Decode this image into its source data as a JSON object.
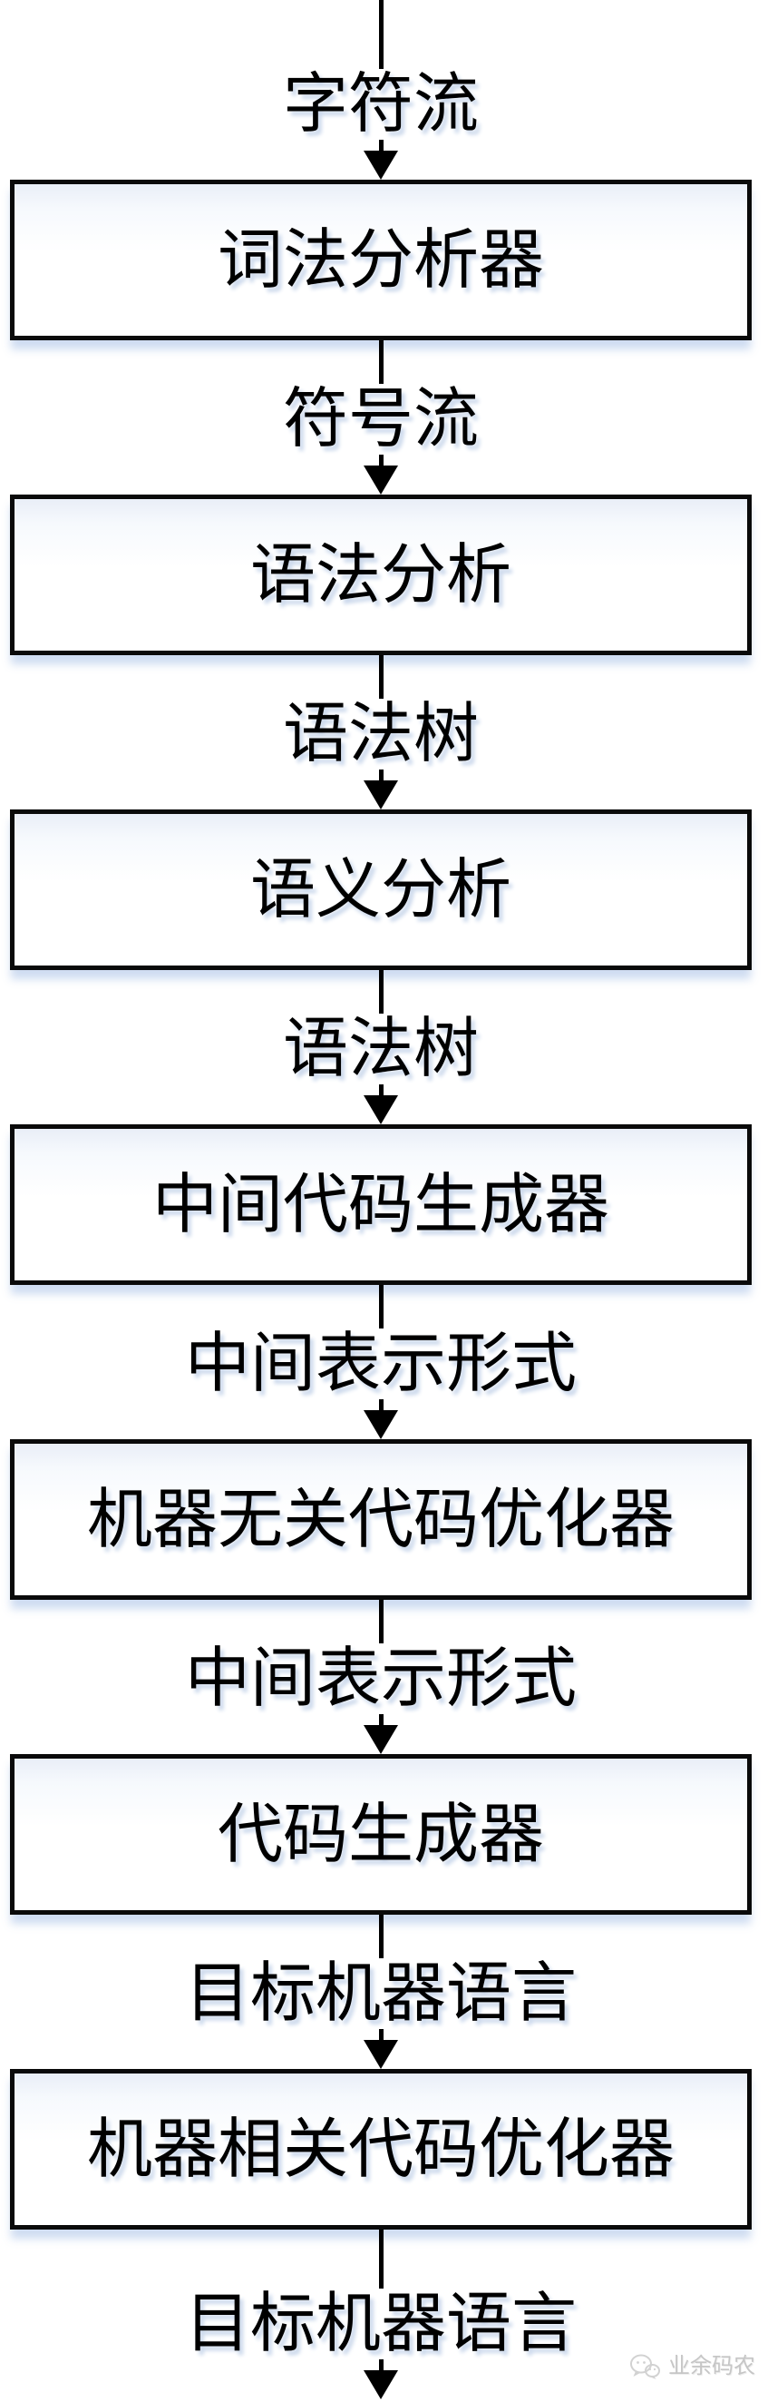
{
  "diagram": {
    "type": "flowchart",
    "direction": "top-to-bottom",
    "boxes": [
      {
        "label": "词法分析器"
      },
      {
        "label": "语法分析"
      },
      {
        "label": "语义分析"
      },
      {
        "label": "中间代码生成器"
      },
      {
        "label": "机器无关代码优化器"
      },
      {
        "label": "代码生成器"
      },
      {
        "label": "机器相关代码优化器"
      }
    ],
    "edge_labels": [
      {
        "text": "字符流"
      },
      {
        "text": "符号流"
      },
      {
        "text": "语法树"
      },
      {
        "text": "语法树"
      },
      {
        "text": "中间表示形式"
      },
      {
        "text": "中间表示形式"
      },
      {
        "text": "目标机器语言"
      },
      {
        "text": "目标机器语言"
      }
    ],
    "colors": {
      "line": "#000000",
      "box_border": "#0a0a0a",
      "box_fill_top": "#e9eef7",
      "box_fill_bottom": "#ffffff",
      "shadow": "#ccd9ec",
      "background": "#ffffff"
    }
  },
  "watermark": {
    "text": "业余码农",
    "logo": "wechat-icon",
    "color": "#c6c6c6"
  }
}
